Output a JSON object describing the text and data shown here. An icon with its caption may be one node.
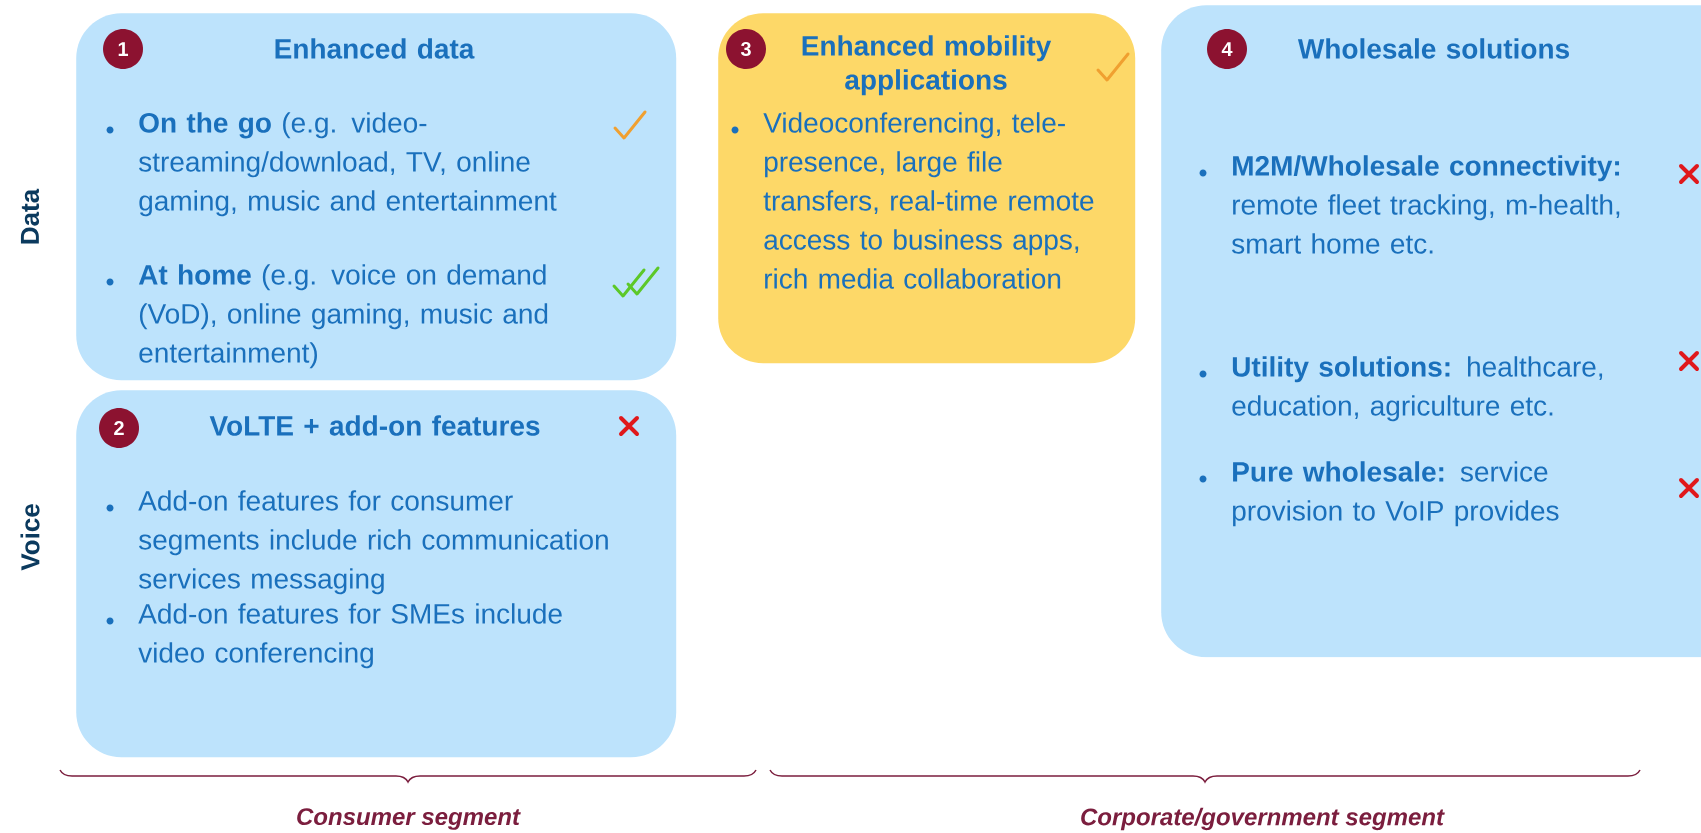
{
  "diagram": {
    "nodes": [
      {
        "text": [
          "Enhanced data",
          "**On the go** (e.g. video-streaming/download, TV, online gaming, music and entertainment",
          "**At home** (e.g. voice on demand (VoD), online gaming, music and entertainment)"
        ]
      },
      {
        "text": [
          "1"
        ],
        "in": 0
      },
      {
        "text": [
          "VoLTE + add-on features",
          "Add-on features for consumer segments include rich communication services messaging",
          "Add-on features for SMEs include video conferencing"
        ]
      },
      {
        "text": [
          "2"
        ],
        "in": 2
      },
      {
        "text": [
          "Enhanced mobility applications",
          "Videoconferencing, tele-presence, large file transfers, real-time remote access to business apps, rich media collaboration"
        ]
      },
      {
        "text": [
          "3"
        ],
        "in": 4
      },
      {
        "text": [
          "Wholesale solutions",
          "**M2M/Wholesale connectivity:** remote fleet tracking, m-health, smart home etc.",
          "**Utility solutions:** healthcare, education, agriculture etc.",
          "**Pure wholesale:** service provision to VoIP provides"
        ]
      },
      {
        "text": [
          "4"
        ],
        "in": 6
      }
    ],
    "labels": [
      "Data",
      "Voice",
      "Consumer segment",
      "Corporate/government segment"
    ]
  }
}
